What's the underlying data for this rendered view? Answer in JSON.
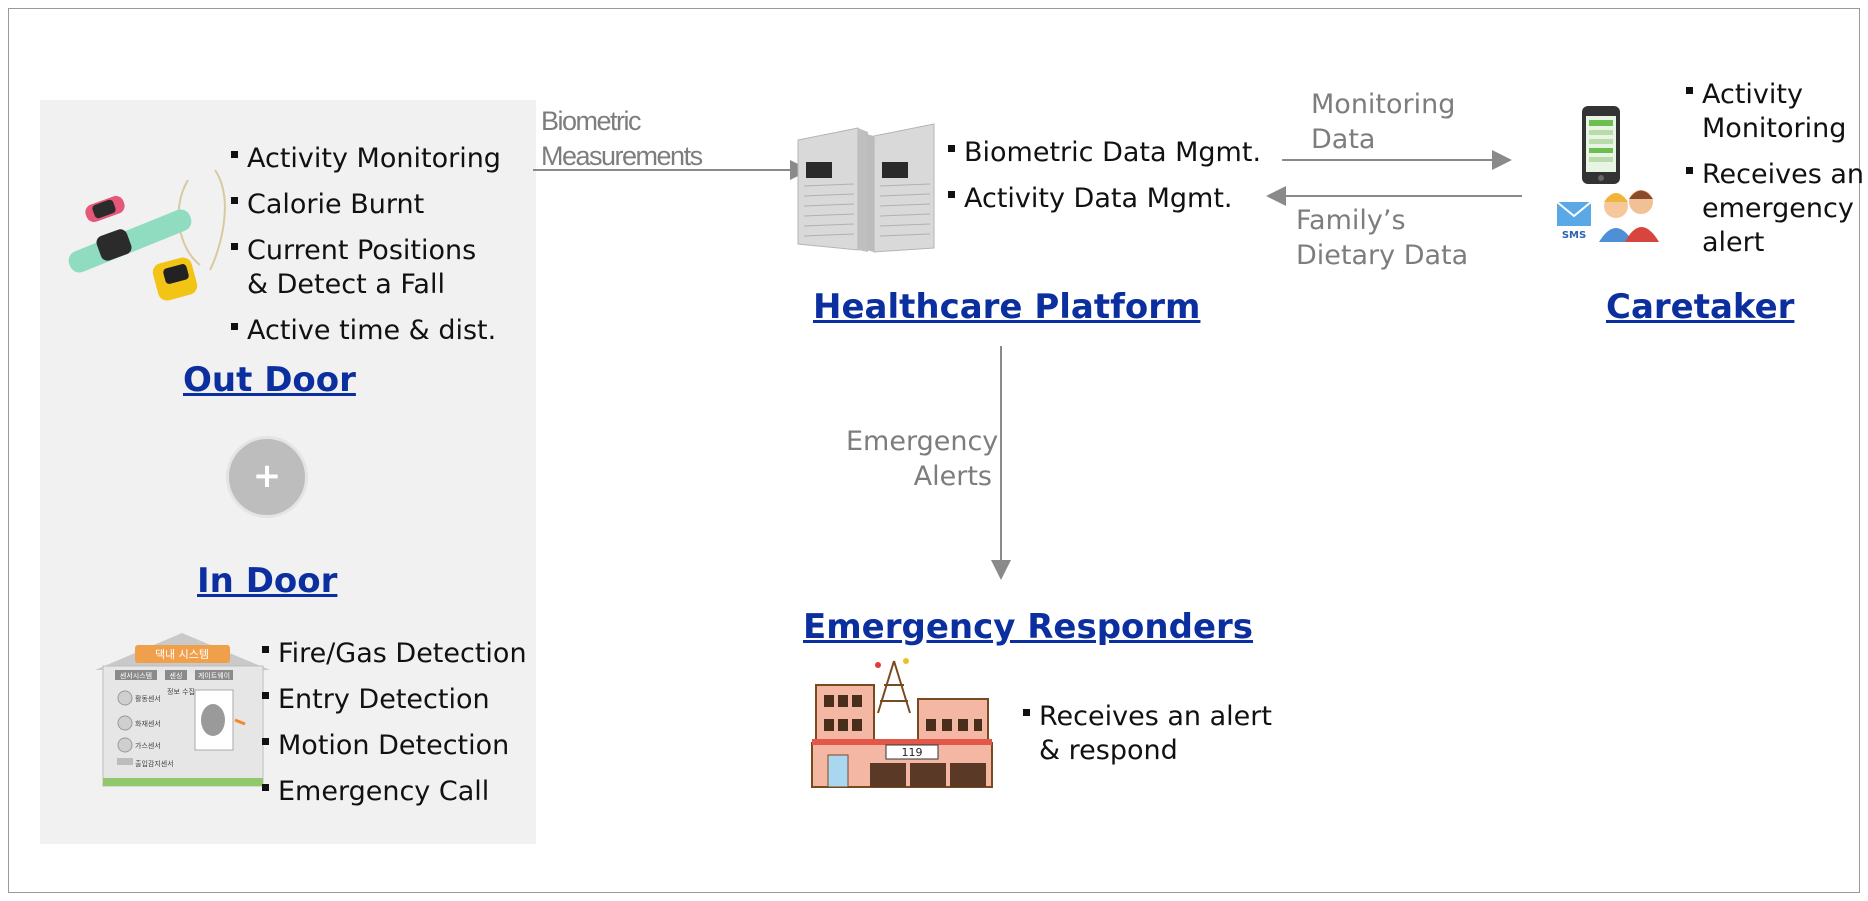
{
  "outdoor": {
    "title": "Out Door",
    "items": [
      "Activity Monitoring",
      "Calorie Burnt",
      "Current Positions",
      "& Detect a Fall",
      "Active time & dist."
    ]
  },
  "plus_symbol": "+",
  "indoor": {
    "title": "In Door",
    "items": [
      "Fire/Gas Detection",
      "Entry Detection",
      "Motion Detection",
      "Emergency Call"
    ],
    "image_sign": "댁내 시스템",
    "image_labels": [
      "센서시스템",
      "센싱",
      "게이트웨이",
      "활동센서",
      "정보 수집",
      "화재센서",
      "가스센서",
      "출입감지센서"
    ]
  },
  "arrows": {
    "biometric": [
      "Biometric",
      "Measurements"
    ],
    "monitoring": [
      "Monitoring",
      "Data"
    ],
    "dietary": [
      "Family’s",
      "Dietary Data"
    ],
    "emergency": [
      "Emergency",
      "Alerts"
    ]
  },
  "platform": {
    "title": "Healthcare Platform",
    "items": [
      "Biometric Data Mgmt.",
      "Activity Data Mgmt."
    ]
  },
  "caretaker": {
    "title": "Caretaker",
    "items": [
      "Activity",
      "Monitoring",
      "Receives an",
      "emergency",
      "alert"
    ],
    "sms_label": "SMS"
  },
  "responders": {
    "title": "Emergency Responders",
    "items": [
      "Receives an alert",
      "& respond"
    ],
    "station_number": "119"
  },
  "colors": {
    "title_blue": "#0b2f9f",
    "arrow_gray": "#8a8a8a",
    "label_gray": "#7d7d7d",
    "panel_gray": "#f1f1f1"
  }
}
